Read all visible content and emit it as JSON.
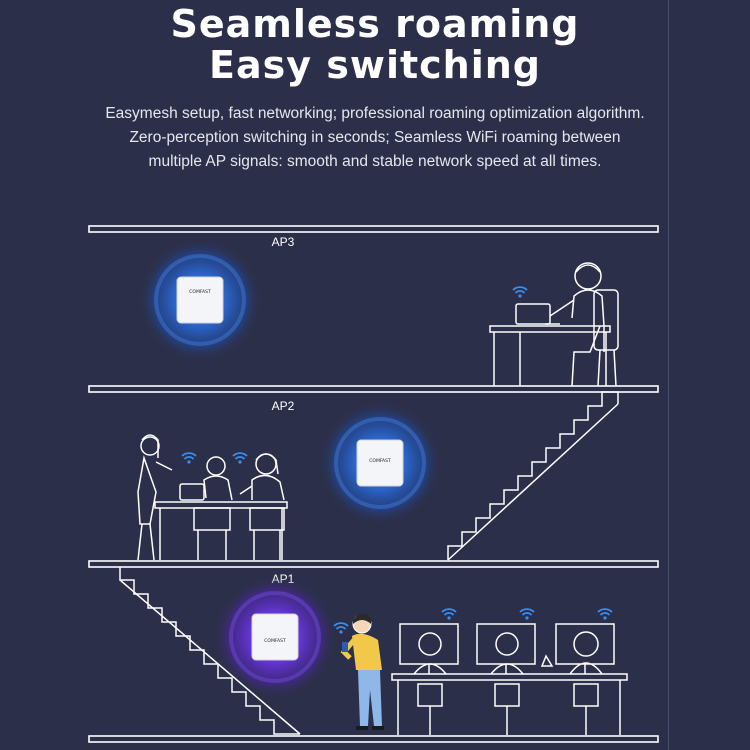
{
  "header": {
    "title_line1": "Seamless roaming",
    "title_line2": "Easy switching",
    "subtitle_line1": "Easymesh setup, fast networking; professional roaming optimization algorithm.",
    "subtitle_line2": "Zero-perception switching in seconds; Seamless WiFi roaming between",
    "subtitle_line3": "multiple AP signals: smooth and stable network speed at all times."
  },
  "floors": [
    {
      "label": "AP3"
    },
    {
      "label": "AP2"
    },
    {
      "label": "AP1"
    }
  ],
  "access_points": [
    {
      "brand": "COMFAST",
      "glow_color": "#2f6fd6"
    },
    {
      "brand": "COMFAST",
      "glow_color": "#2f6fd6"
    },
    {
      "brand": "COMFAST",
      "glow_color": "#6a35d8"
    }
  ],
  "colors": {
    "background": "#2c2f49",
    "line_art": "#ffffff",
    "wifi_icon": "#3a8ef0",
    "person_shirt": "#f2c84b",
    "person_pants": "#8fb7e8"
  }
}
